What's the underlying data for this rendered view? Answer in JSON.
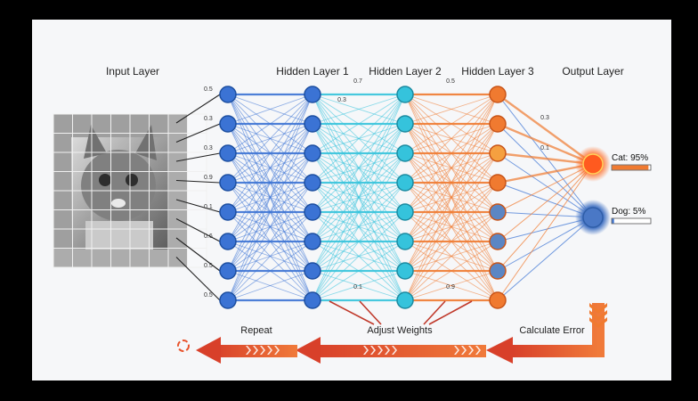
{
  "layers": [
    {
      "id": "input",
      "title": "Input Layer",
      "nodes": 8,
      "color": "#3b73d4"
    },
    {
      "id": "h1",
      "title": "Hidden Layer 1",
      "nodes": 8,
      "color": "#3b73d4"
    },
    {
      "id": "h2",
      "title": "Hidden Layer 2",
      "nodes": 8,
      "color": "#35c3dc"
    },
    {
      "id": "h3",
      "title": "Hidden Layer 3",
      "nodes": 8,
      "color": "#f07a30"
    },
    {
      "id": "out",
      "title": "Output Layer",
      "nodes": 2,
      "color": "#f07a30"
    }
  ],
  "input_weights": [
    "0.5",
    "0.3",
    "0.3",
    "0.9",
    "0.1",
    "0.6",
    "0.5",
    "0.5"
  ],
  "edge_labels": {
    "h1_h2_top": "0.7",
    "h1_h2_second": "0.3",
    "h2_h3_top": "0.5",
    "h1_h2_bottom": "0.1",
    "h2_h3_bottom": "0.9",
    "h3_out_a": "0.3",
    "h3_out_b": "0.1"
  },
  "h3_node_colors": [
    "#f07a30",
    "#f07a30",
    "#f5a040",
    "#f07a30",
    "#5b86c4",
    "#5b86c4",
    "#5b86c4",
    "#f07a30"
  ],
  "outputs": [
    {
      "label": "Cat: 95%",
      "value": 0.95,
      "color": "#ff5a1f",
      "bar": "#f07a30"
    },
    {
      "label": "Dog: 5%",
      "value": 0.05,
      "color": "#4a78c6",
      "bar": "#3b73d4"
    }
  ],
  "bottom": {
    "repeat": "Repeat",
    "adjust": "Adjust Weights",
    "calculate": "Calculate Error"
  },
  "colors": {
    "blue": "#3b73d4",
    "cyan": "#35c3dc",
    "orange": "#f07a30",
    "red_arrow": "#d8402a"
  }
}
